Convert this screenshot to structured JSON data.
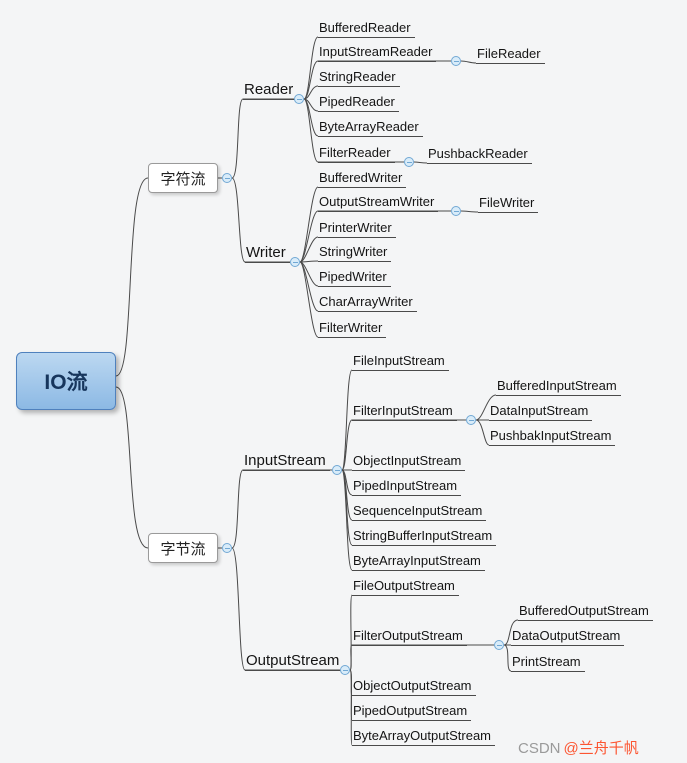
{
  "root": {
    "label": "IO流"
  },
  "char_branch": {
    "label": "字符流",
    "reader": {
      "label": "Reader",
      "children": [
        "BufferedReader",
        "InputStreamReader",
        "StringReader",
        "PipedReader",
        "ByteArrayReader",
        "FilterReader"
      ],
      "input_stream_reader_child": "FileReader",
      "filter_reader_child": "PushbackReader"
    },
    "writer": {
      "label": "Writer",
      "children": [
        "BufferedWriter",
        "OutputStreamWriter",
        "PrinterWriter",
        "StringWriter",
        "PipedWriter",
        "CharArrayWriter",
        "FilterWriter"
      ],
      "output_stream_writer_child": "FileWriter"
    }
  },
  "byte_branch": {
    "label": "字节流",
    "input_stream": {
      "label": "InputStream",
      "children": [
        "FileInputStream",
        "FilterInputStream",
        "ObjectInputStream",
        "PipedInputStream",
        "SequenceInputStream",
        "StringBufferInputStream",
        "ByteArrayInputStream"
      ],
      "filter_children": [
        "BufferedInputStream",
        "DataInputStream",
        "PushbakInputStream"
      ]
    },
    "output_stream": {
      "label": "OutputStream",
      "children": [
        "FileOutputStream",
        "FilterOutputStream",
        "ObjectOutputStream",
        "PipedOutputStream",
        "ByteArrayOutputStream"
      ],
      "filter_children": [
        "BufferedOutputStream",
        "DataOutputStream",
        "PrintStream"
      ]
    }
  },
  "watermark": {
    "brand": "CSDN",
    "user": "@兰舟千帆"
  },
  "colors": {
    "line": "#4a4a4a",
    "box_border": "#9a9a9a",
    "root_fill_top": "#bcd8f1",
    "root_fill_bottom": "#8cb9e4",
    "root_border": "#4f81bd",
    "root_text": "#17365d",
    "collapse_fill": "#d9ecf9",
    "collapse_border": "#71a8d4",
    "watermark_brand": "#9a9a9a",
    "watermark_user": "#fc5531"
  }
}
